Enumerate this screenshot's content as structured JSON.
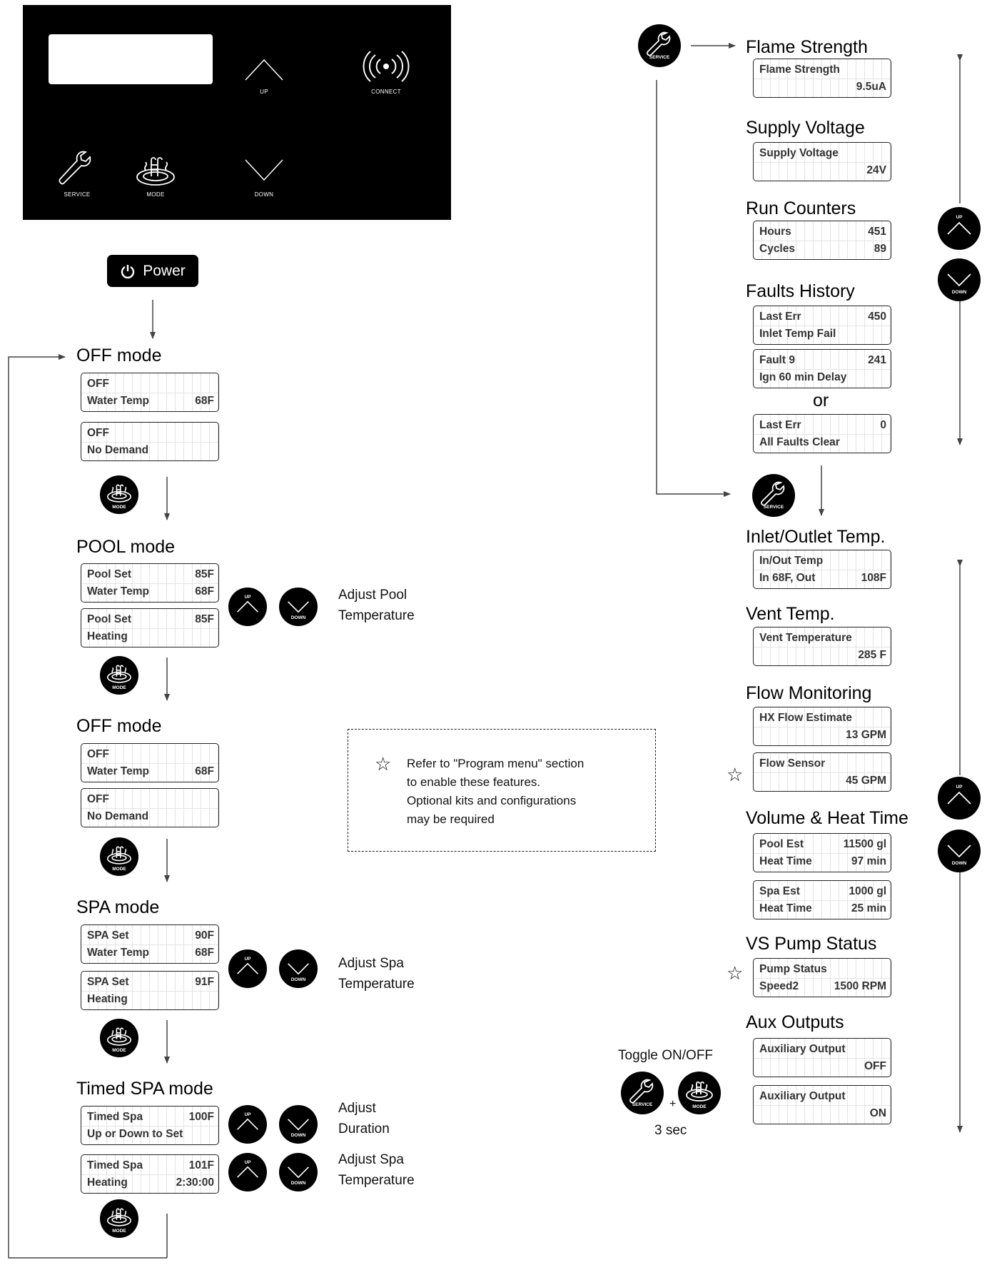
{
  "panel": {
    "up_label": "UP",
    "down_label": "DOWN",
    "connect_label": "CONNECT",
    "service_label": "SERVICE",
    "mode_label": "MODE"
  },
  "power": {
    "label": "Power"
  },
  "buttons": {
    "up": "UP",
    "down": "DOWN",
    "service": "SERVICE",
    "mode": "MODE"
  },
  "left": {
    "off1": {
      "title": "OFF mode",
      "screens": [
        {
          "l1": "OFF",
          "r1": "",
          "l2": "Water Temp",
          "r2": "68F"
        },
        {
          "l1": "OFF",
          "r1": "",
          "l2": "No  Demand",
          "r2": ""
        }
      ]
    },
    "pool": {
      "title": "POOL mode",
      "screens": [
        {
          "l1": "Pool Set",
          "r1": "85F",
          "l2": "Water Temp",
          "r2": "68F"
        },
        {
          "l1": "Pool Set",
          "r1": "85F",
          "l2": "Heating",
          "r2": ""
        }
      ],
      "note": [
        "Adjust Pool",
        "Temperature"
      ]
    },
    "off2": {
      "title": "OFF mode",
      "screens": [
        {
          "l1": "OFF",
          "r1": "",
          "l2": "Water Temp",
          "r2": "68F"
        },
        {
          "l1": "OFF",
          "r1": "",
          "l2": "No  Demand",
          "r2": ""
        }
      ]
    },
    "spa": {
      "title": "SPA mode",
      "screens": [
        {
          "l1": "SPA Set",
          "r1": "90F",
          "l2": "Water Temp",
          "r2": "68F"
        },
        {
          "l1": "SPA Set",
          "r1": "91F",
          "l2": "Heating",
          "r2": ""
        }
      ],
      "note": [
        "Adjust Spa",
        "Temperature"
      ]
    },
    "timed": {
      "title": "Timed SPA mode",
      "screens": [
        {
          "l1": "Timed Spa",
          "r1": "100F",
          "l2": "Up  or  Down  to  Set",
          "r2": ""
        },
        {
          "l1": "Timed Spa",
          "r1": "101F",
          "l2": "Heating",
          "r2": "2:30:00"
        }
      ],
      "note1": [
        "Adjust",
        "Duration"
      ],
      "note2": [
        "Adjust Spa",
        "Temperature"
      ]
    }
  },
  "legend": {
    "star": "☆",
    "lines": [
      "Refer to \"Program menu\" section",
      "to enable these features.",
      "Optional kits and configurations",
      "may be required"
    ]
  },
  "right": {
    "flame": {
      "title": "Flame Strength",
      "screen": {
        "l1": "Flame  Strength",
        "r1": "",
        "l2": "",
        "r2": "9.5uA"
      }
    },
    "supply": {
      "title": "Supply Voltage",
      "screen": {
        "l1": "Supply  Voltage",
        "r1": "",
        "l2": "",
        "r2": "24V"
      }
    },
    "run": {
      "title": "Run Counters",
      "screen": {
        "l1": "Hours",
        "r1": "451",
        "l2": "Cycles",
        "r2": "89"
      }
    },
    "faults": {
      "title": "Faults History",
      "screens": [
        {
          "l1": "Last  Err",
          "r1": "450",
          "l2": "Inlet  Temp  Fail",
          "r2": ""
        },
        {
          "l1": "Fault  9",
          "r1": "241",
          "l2": "Ign 60 min Delay",
          "r2": ""
        },
        {
          "l1": "Last  Err",
          "r1": "0",
          "l2": "All  Faults  Clear",
          "r2": ""
        }
      ],
      "or": "or"
    },
    "inout": {
      "title": "Inlet/Outlet Temp.",
      "screen": {
        "l1": "In/Out  Temp",
        "r1": "",
        "l2": "In    68F, Out",
        "r2": "108F"
      }
    },
    "vent": {
      "title": "Vent Temp.",
      "screen": {
        "l1": "Vent  Temperature",
        "r1": "",
        "l2": "",
        "r2": "285 F"
      }
    },
    "flow": {
      "title": "Flow Monitoring",
      "screens": [
        {
          "l1": "HX  Flow  Estimate",
          "r1": "",
          "l2": "",
          "r2": "13 GPM"
        },
        {
          "l1": "Flow  Sensor",
          "r1": "",
          "l2": "",
          "r2": "45 GPM"
        }
      ]
    },
    "volume": {
      "title": "Volume & Heat Time",
      "screens": [
        {
          "l1": "Pool  Est",
          "r1": "11500 gl",
          "l2": "Heat  Time",
          "r2": "97 min"
        },
        {
          "l1": "Spa  Est",
          "r1": "1000 gl",
          "l2": "Heat  Time",
          "r2": "25 min"
        }
      ]
    },
    "pump": {
      "title": "VS Pump Status",
      "screen": {
        "l1": "Pump  Status",
        "r1": "",
        "l2": "Speed2",
        "r2": "1500 RPM"
      }
    },
    "aux": {
      "title": "Aux Outputs",
      "screens": [
        {
          "l1": "Auxiliary Output",
          "r1": "",
          "l2": "",
          "r2": "OFF"
        },
        {
          "l1": "Auxiliary Output",
          "r1": "",
          "l2": "",
          "r2": "ON"
        }
      ],
      "toggle": "Toggle ON/OFF",
      "plus": "+",
      "hold": "3 sec"
    }
  }
}
